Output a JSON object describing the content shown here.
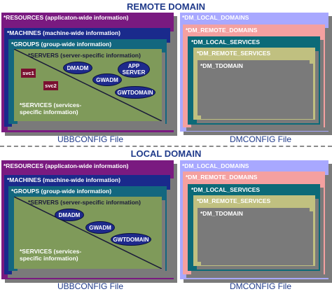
{
  "remote": {
    "title": "REMOTE DOMAIN",
    "ubb": {
      "resources": "*RESOURCES (applicaton-wide information)",
      "machines": "*MACHINES (machine-wide information)",
      "groups": "*GROUPS (group-wide information)",
      "servers": "*SERVERS (server-specific information)",
      "services": "*SERVICES (services-specific information)",
      "svc1": "svc1",
      "svc2": "svc2",
      "dmadm": "DMADM",
      "gwadm": "GWADM",
      "gwtdomain": "GWTDOMAIN",
      "appserver": "APP SERVER",
      "caption": "UBBCONFIG File"
    },
    "dm": {
      "local_domains": "*DM_LOCAL_DOMAINS",
      "remote_domains": "*DM_REMOTE_DOMAINS",
      "local_services": "*DM_LOCAL_SERVICES",
      "remote_services": "*DM_REMOTE_SERVICES",
      "tdomain": "*DM_TDOMAIN",
      "caption": "DMCONFIG File"
    }
  },
  "local": {
    "title": "LOCAL DOMAIN",
    "ubb": {
      "resources": "*RESOURCES (applicaton-wide information)",
      "machines": "*MACHINES (machine-wide information)",
      "groups": "*GROUPS (group-wide information)",
      "servers": "*SERVERS (server-specific information)",
      "services": "*SERVICES (services-specific information)",
      "dmadm": "DMADM",
      "gwadm": "GWADM",
      "gwtdomain": "GWTDOMAIN",
      "caption": "UBBCONFIG File"
    },
    "dm": {
      "local_domains": "*DM_LOCAL_DOMAINS",
      "remote_domains": "*DM_REMOTE_DOMAINS",
      "local_services": "*DM_LOCAL_SERVICES",
      "remote_services": "*DM_REMOTE_SERVICES",
      "tdomain": "*DM_TDOMAIN",
      "caption": "DMCONFIG File"
    }
  },
  "colors": {
    "resources": "#7a1a80",
    "machines": "#1a2a8c",
    "groups": "#13677f",
    "servers": "#7f9a5a",
    "dm_local_domains": "#a8a8ff",
    "dm_remote_domains": "#f4a0a0",
    "dm_local_services": "#0c6a78",
    "dm_remote_services": "#c0c080",
    "dm_tdomain": "#7a7a7a"
  }
}
